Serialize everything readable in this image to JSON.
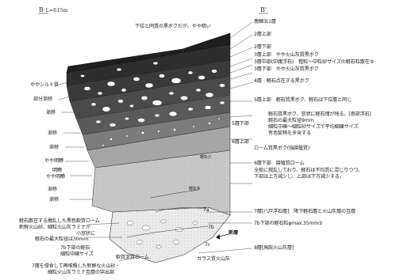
{
  "header": {
    "left_mark": "B",
    "left_sub": "L=615m",
    "right_mark": "B'"
  },
  "top_note": "下位と同質の黒ボクだが、やや暗い",
  "right_labels": [
    "鹿棘浜1層",
    "2層上部",
    "2層下部",
    "3層上部　やや火山灰質黒ボク",
    "3層中部(中庸浮石)　粗粒〜中粒砂サイズの軽石粒散在⑨",
    "3層下部　やや火山灰質黒ボク",
    "4層　軽石点在する黒ボク",
    "5層上部　軽石質黒ボク、軽石は下位層と同じ",
    "軽石質黒ボク、窓状に軽石塊が残る。[南部浮石]",
    "軽石の最大粒径9mm",
    "細粒中礫〜細粒砂サイズで平均細礫サイズ",
    "有色鉱物を多含する",
    "ローム質黒ボク(強腐植質)",
    "6層下部　腐植質ローム",
    "全般に撹乱しており、軽石は不均質に混じりつつ、",
    "下部は上方減少し、上部は下方減少する。",
    "7層[八戸浮石層]　降下軽石層と火山灰層の互層",
    "7b下部の軽石粒φmax.35mm⑤",
    "8層[高館火山灰層]",
    "ガラス質火山灰"
  ],
  "inner_labels": [
    "5層下部",
    "6層上部",
    "軽石少",
    "軽石多",
    "7a",
    "7b",
    "7c",
    "新層"
  ],
  "left_labels": [
    "ややシルト質",
    "部分漸移",
    "漸移",
    "漸移",
    "漸移",
    "やや明瞭",
    "明瞭",
    "やや明瞭",
    "漸移",
    "漸移",
    "軽石散在する攪乱した黒色軟質ローム",
    "新鮮火山砂、細粒火山灰ラミナが",
    "小窓状に",
    "軽石の最大粒径は30mm",
    "7b下部の軽石",
    "細粒中礫サイズ",
    "軟質泥質ローム",
    "7層を侵食して再堆積した新鮮な火山砂・",
    "細粒火山灰ラミナ互層の突出部"
  ],
  "colors": {
    "layer1": "#2b2b2b",
    "layer2": "#4a4a4a",
    "layer3": "#5c5c5c",
    "layer5": "#8a8a8a",
    "layer6": "#b8b8b8",
    "layer7": "#e8e8e8"
  }
}
